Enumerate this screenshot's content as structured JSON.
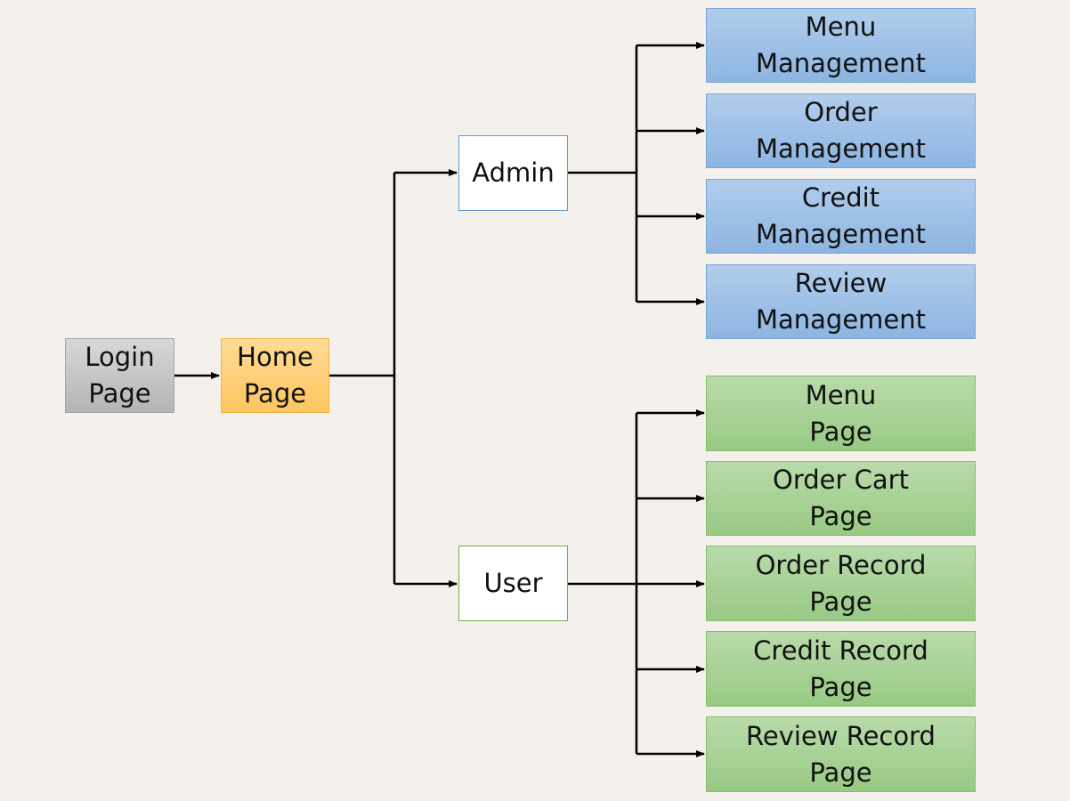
{
  "nodes": {
    "login": "Login\nPage",
    "home": "Home\nPage",
    "admin": "Admin",
    "user": "User",
    "menu_management": "Menu\nManagement",
    "order_management": "Order\nManagement",
    "credit_management": "Credit\nManagement",
    "review_management": "Review\nManagement",
    "menu_page": "Menu\nPage",
    "order_cart_page": "Order Cart\nPage",
    "order_record_page": "Order Record\nPage",
    "credit_record_page": "Credit  Record\nPage",
    "review_record_page": "Review Record\nPage"
  },
  "edges": [
    [
      "login",
      "home"
    ],
    [
      "home",
      "admin"
    ],
    [
      "home",
      "user"
    ],
    [
      "admin",
      "menu_management"
    ],
    [
      "admin",
      "order_management"
    ],
    [
      "admin",
      "credit_management"
    ],
    [
      "admin",
      "review_management"
    ],
    [
      "user",
      "menu_page"
    ],
    [
      "user",
      "order_cart_page"
    ],
    [
      "user",
      "order_record_page"
    ],
    [
      "user",
      "credit_record_page"
    ],
    [
      "user",
      "review_record_page"
    ]
  ],
  "colors": {
    "background": "#f4f1ec",
    "connector": "#000000",
    "login_fill": "#c4c4c4",
    "home_fill": "#fdcf78",
    "admin_accent": "#5b9bd5",
    "user_accent": "#70ad47",
    "admin_children_fill": "#9fc1e7",
    "user_children_fill": "#a9d296"
  }
}
